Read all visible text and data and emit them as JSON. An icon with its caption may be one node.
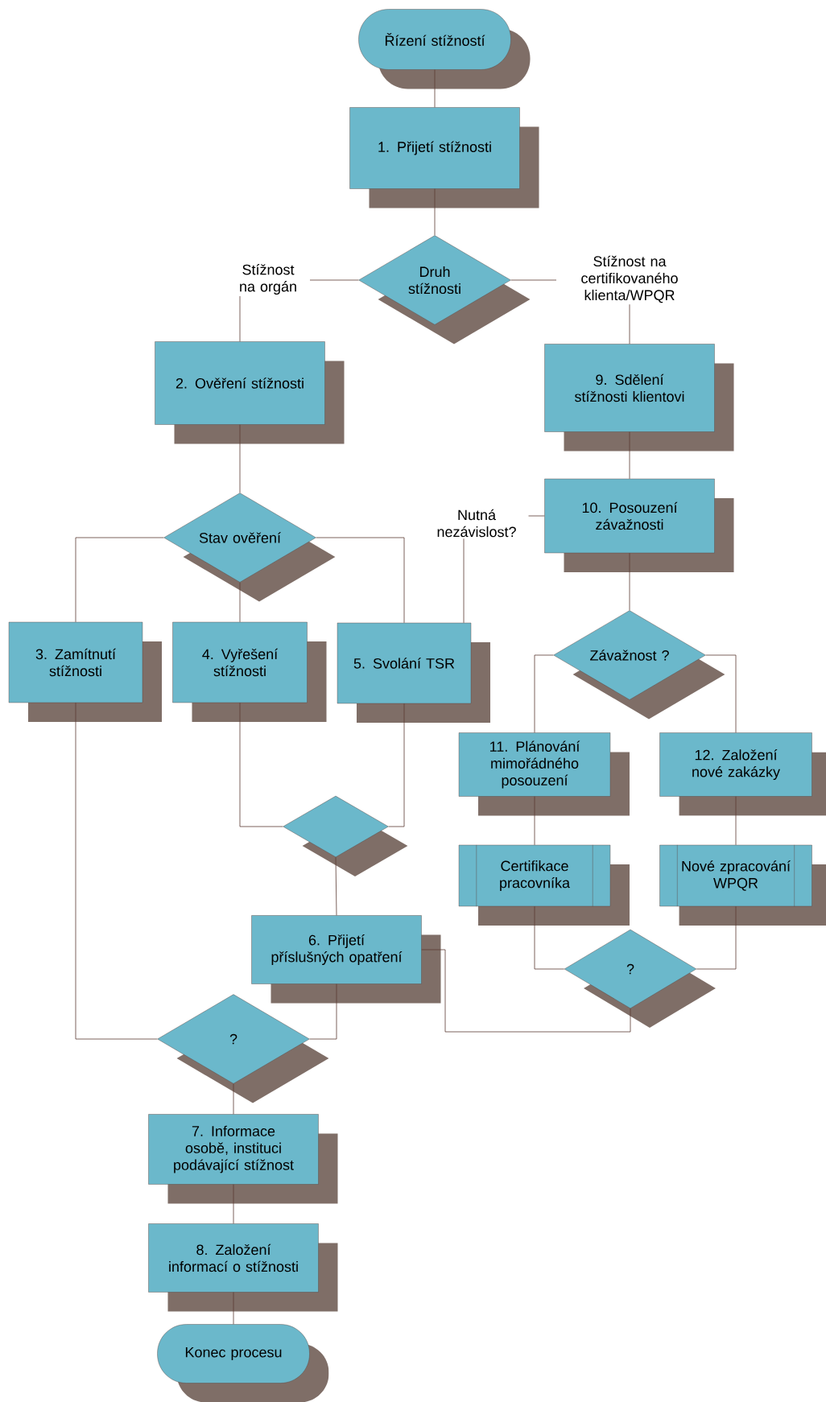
{
  "diagram": {
    "nodes": [
      {
        "text": [
          "Řízení stížností"
        ]
      },
      {
        "text": [
          "1. Přijetí stížnosti"
        ]
      },
      {
        "text": [
          "Druh stížnosti"
        ]
      },
      {
        "text": [
          "2. Ověření stížnosti"
        ]
      },
      {
        "text": [
          "Stav ověření"
        ]
      },
      {
        "text": [
          "3. Zamítnutí stížnosti"
        ]
      },
      {
        "text": [
          "4. Vyřešení stížnosti"
        ]
      },
      {
        "text": [
          "5. Svolání TSR"
        ]
      },
      {
        "text": [],
        "shape": "diamond"
      },
      {
        "text": [
          "6. Přijetí příslušných opatření"
        ]
      },
      {
        "text": [
          "?"
        ]
      },
      {
        "text": [
          "7. Informace osobě, instituci podávající stížnost"
        ]
      },
      {
        "text": [
          "8. Založení informací o stížnosti"
        ]
      },
      {
        "text": [
          "Konec procesu"
        ]
      },
      {
        "text": [
          "9. Sdělení stížnosti klientovi"
        ]
      },
      {
        "text": [
          "10. Posouzení závažnosti"
        ]
      },
      {
        "text": [
          "Závažnost ?"
        ]
      },
      {
        "text": [
          "11. Plánování mimořádného posouzení"
        ]
      },
      {
        "text": [
          "12. Založení nové zakázky"
        ]
      },
      {
        "text": [
          "Certifikace pracovníka"
        ]
      },
      {
        "text": [
          "Nové zpracování WPQR"
        ]
      },
      {
        "text": [
          "?"
        ]
      }
    ],
    "edges": [
      {
        "from": 0,
        "to": 1,
        "arrow": "none"
      },
      {
        "from": 1,
        "to": 2,
        "arrow": "none"
      },
      {
        "from": 2,
        "to": 3,
        "arrow": "none",
        "label": "Stížnost na orgán"
      },
      {
        "from": 2,
        "to": 14,
        "arrow": "none",
        "label": "Stížnost na certifikovaného klienta/WPQR"
      },
      {
        "from": 3,
        "to": 4,
        "arrow": "none"
      },
      {
        "from": 4,
        "to": 5,
        "arrow": "none"
      },
      {
        "from": 4,
        "to": 6,
        "arrow": "none"
      },
      {
        "from": 4,
        "to": 7,
        "arrow": "none"
      },
      {
        "from": 5,
        "to": 10,
        "arrow": "none"
      },
      {
        "from": 6,
        "to": 8,
        "arrow": "none"
      },
      {
        "from": 7,
        "to": 8,
        "arrow": "none"
      },
      {
        "from": 8,
        "to": 9,
        "arrow": "none"
      },
      {
        "from": 9,
        "to": 10,
        "arrow": "none"
      },
      {
        "from": 10,
        "to": 11,
        "arrow": "none"
      },
      {
        "from": 11,
        "to": 12,
        "arrow": "none"
      },
      {
        "from": 12,
        "to": 13,
        "arrow": "none"
      },
      {
        "from": 14,
        "to": 15,
        "arrow": "none"
      },
      {
        "from": 15,
        "to": 16,
        "arrow": "none"
      },
      {
        "from": 15,
        "to": 7,
        "arrow": "none",
        "label": "Nutná nezávislost?"
      },
      {
        "from": 16,
        "to": 17,
        "arrow": "none"
      },
      {
        "from": 16,
        "to": 18,
        "arrow": "none"
      },
      {
        "from": 17,
        "to": 19,
        "arrow": "none"
      },
      {
        "from": 18,
        "to": 20,
        "arrow": "none"
      },
      {
        "from": 19,
        "to": 21,
        "arrow": "none"
      },
      {
        "from": 20,
        "to": 21,
        "arrow": "none"
      },
      {
        "from": 21,
        "to": 9,
        "arrow": "none"
      }
    ]
  }
}
